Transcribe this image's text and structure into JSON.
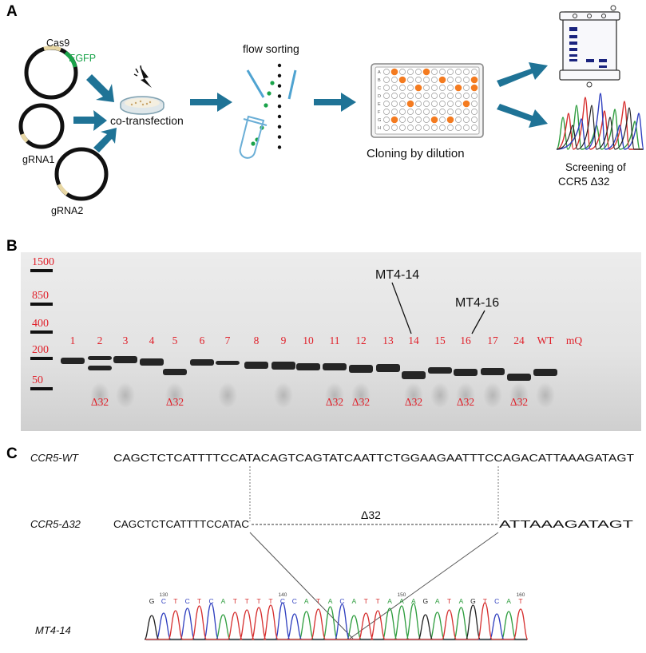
{
  "panels": {
    "a": "A",
    "b": "B",
    "c": "C"
  },
  "panel_a": {
    "plasmid_cas9": "Cas9",
    "plasmid_egfp": "EGFP",
    "plasmid_grna1": "gRNA1",
    "plasmid_grna2": "gRNA2",
    "cotransfection": "co-transfection",
    "flow_sorting": "flow sorting",
    "cloning": "Cloning by dilution",
    "screening_line1": "Screening of",
    "screening_line2": "CCR5 Δ32",
    "plate_rows": [
      "A",
      "B",
      "C",
      "D",
      "E",
      "F",
      "G",
      "H"
    ],
    "colors": {
      "arrow": "#1f7396",
      "egfp": "#1aa34a",
      "orange_well": "#f47b20",
      "gel_band": "#1a237e"
    }
  },
  "panel_b": {
    "ladder": [
      "1500",
      "850",
      "400",
      "200",
      "50"
    ],
    "lanes": [
      "1",
      "2",
      "3",
      "4",
      "5",
      "6",
      "7",
      "8",
      "9",
      "10",
      "11",
      "12",
      "13",
      "14",
      "15",
      "16",
      "17",
      "24",
      "WT",
      "mQ"
    ],
    "delta_label": "Δ32",
    "delta_lanes": [
      "2",
      "5",
      "11",
      "12",
      "14",
      "16",
      "24"
    ],
    "callout_1": "MT4-14",
    "callout_2": "MT4-16",
    "label_color": "#e0202a"
  },
  "panel_c": {
    "wt_label": "CCR5-WT",
    "wt_seq": "CAGCTCTCATTTTCCATACAGTCAGTATCAATTCTGGAAGAATTTCCAGACATTAAAGATAGT",
    "del_label": "CCR5-Δ32",
    "del_left": "CAGCTCTCATTTTCCATAC",
    "del_right": "ATTAAAGATAGT",
    "del_mark": "Δ32",
    "trace_label": "MT4-14",
    "trace_bases": "GCTCTCATTTTCCATACATTAAAGATAGTCAT",
    "trace_ticks": [
      "130",
      "140",
      "150",
      "160"
    ]
  }
}
